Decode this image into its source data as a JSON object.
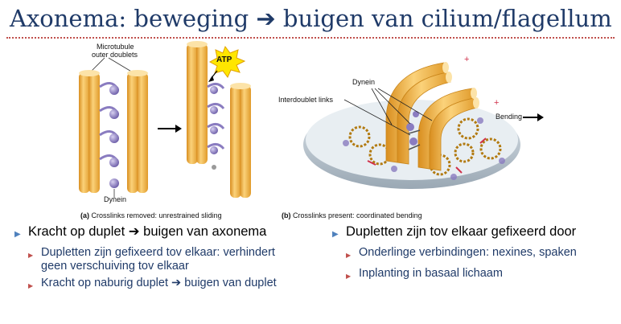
{
  "title": "Axonema: beweging ➔ buigen van cilium/flagellum",
  "figure_a": {
    "label_top_1": "Microtubule",
    "label_top_2": "outer doublets",
    "label_dynein": "Dynein",
    "atp": "ATP",
    "caption_tag": "(a)",
    "caption_text": "Crosslinks removed: unrestrained sliding"
  },
  "figure_b": {
    "label_dynein": "Dynein",
    "label_links": "Interdoublet links",
    "label_bending": "Bending",
    "plus_1": "+",
    "plus_2": "+",
    "caption_tag": "(b)",
    "caption_text": "Crosslinks present: coordinated bending"
  },
  "left_bullets": {
    "main": "Kracht op duplet ➔ buigen van axonema",
    "subs": [
      "Dupletten zijn gefixeerd tov elkaar: verhindert geen verschuiving tov elkaar",
      "Kracht op naburig duplet ➔ buigen van duplet"
    ]
  },
  "right_bullets": {
    "main": "Dupletten zijn tov elkaar gefixeerd door",
    "subs": [
      "Onderlinge verbindingen: nexines, spaken",
      "Inplanting in basaal lichaam"
    ]
  },
  "colors": {
    "title": "#1f3a68",
    "rule": "#c0504d",
    "bullet_main": "#4f81bd",
    "bullet_sub": "#c0504d",
    "tubule": "#f2b440",
    "dynein": "#8a7cc0"
  }
}
